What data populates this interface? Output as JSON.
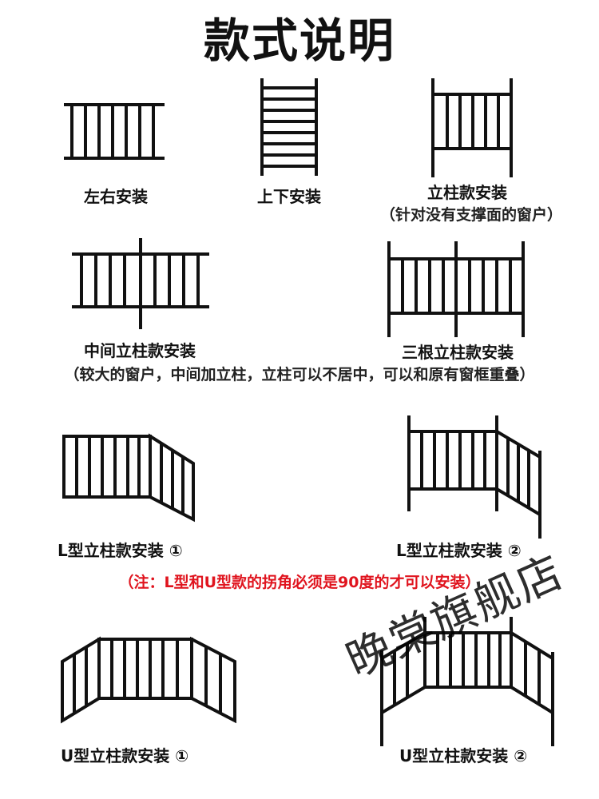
{
  "title": "款式说明",
  "styles": {
    "left_right": {
      "label": "左右安装"
    },
    "top_bottom": {
      "label": "上下安装"
    },
    "post": {
      "label": "立柱款安装",
      "note": "（针对没有支撑面的窗户）"
    },
    "middle_post": {
      "label": "中间立柱款安装"
    },
    "three_post": {
      "label": "三根立柱款安装"
    },
    "middle_post_note": "（较大的窗户，中间加立柱，立柱可以不居中，可以和原有窗框重叠）",
    "l_type_1": {
      "label": "L型立柱款安装 ①"
    },
    "l_type_2": {
      "label": "L型立柱款安装 ②"
    },
    "lu_note": "（注：L型和U型款的拐角必须是90度的才可以安装）",
    "u_type_1": {
      "label": "U型立柱款安装 ①"
    },
    "u_type_2": {
      "label": "U型立柱款安装 ②"
    }
  },
  "watermark": "晚棠旗舰店",
  "colors": {
    "line": "#111111",
    "note_red": "#e0141e"
  }
}
